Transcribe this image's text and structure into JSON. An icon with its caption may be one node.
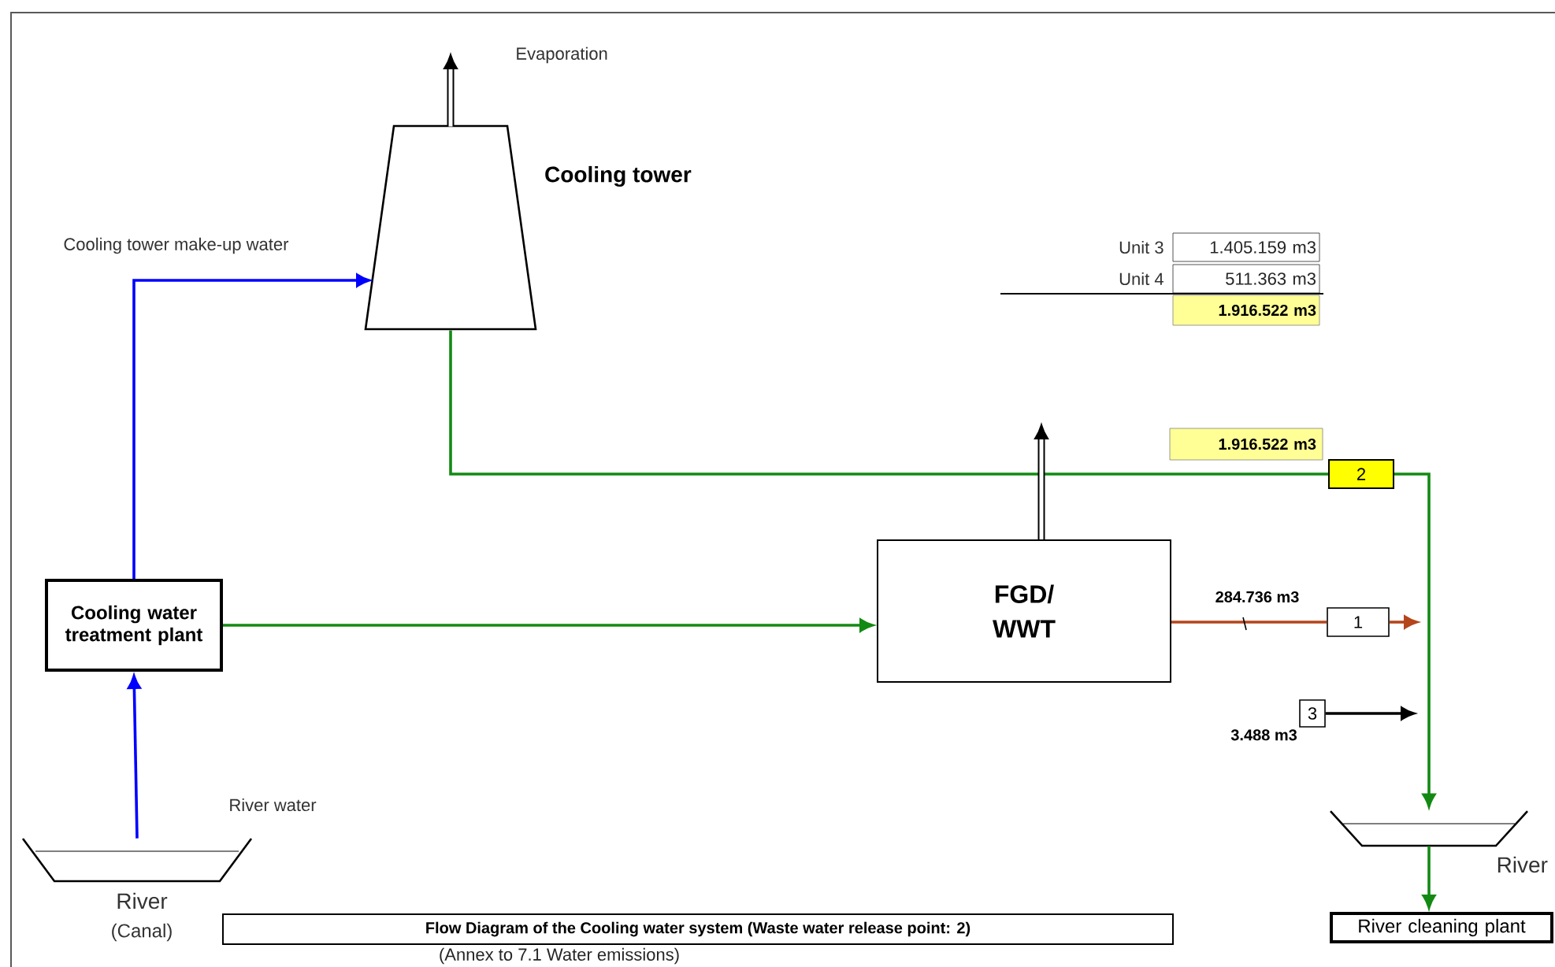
{
  "diagram": {
    "title": "Flow Diagram of the Cooling water system (Waste water release point: 2)",
    "caption": "(Annex to 7.1 Water emissions)",
    "nodes": [
      {
        "text": [
          "Cooling tower"
        ]
      },
      {
        "text": [
          "Cooling water treatment plant"
        ]
      },
      {
        "text": [
          "River",
          "(Canal)"
        ]
      },
      {
        "text": [
          "FGD/ WWT"
        ]
      },
      {
        "text": [
          "1.916.522 m3"
        ]
      },
      {
        "text": [
          "2"
        ]
      },
      {
        "text": [
          "1"
        ]
      },
      {
        "text": [
          "3"
        ],
        "beside": [
          "3.488 m3"
        ]
      },
      {
        "text": [
          "River"
        ]
      },
      {
        "text": [
          "River cleaning plant"
        ]
      }
    ],
    "edges": [
      {
        "from": 2,
        "to": 1,
        "arrow": "to",
        "color": "#0000ff"
      },
      {
        "from": 1,
        "to": 0,
        "arrow": "to",
        "color": "#0000ff"
      },
      {
        "from": 1,
        "to": 3,
        "arrow": "to"
      },
      {
        "from": 0,
        "to": 5,
        "arrow": "none"
      },
      {
        "from": 5,
        "to": 8,
        "arrow": "to"
      },
      {
        "from": 3,
        "to": 6,
        "arrow": "none",
        "label": "284.736 m3",
        "color": "#b5451b"
      },
      {
        "from": 6,
        "to": null,
        "arrow": "to",
        "color": "#b5451b"
      },
      {
        "from": 7,
        "to": null,
        "arrow": "to",
        "color": "#000000"
      },
      {
        "from": 8,
        "to": 9,
        "arrow": "to"
      },
      {
        "from": 0,
        "to": null,
        "arrow": "to",
        "style": "thick",
        "color": "#000000"
      },
      {
        "from": 3,
        "to": null,
        "arrow": "to",
        "style": "thick",
        "color": "#000000"
      }
    ],
    "labels": [
      "Evaporation",
      "Cooling tower make-up water",
      "Unit 3",
      "1.405.159 m3",
      "Unit 4",
      "511.363 m3",
      "1.916.522 m3",
      "River water"
    ]
  }
}
